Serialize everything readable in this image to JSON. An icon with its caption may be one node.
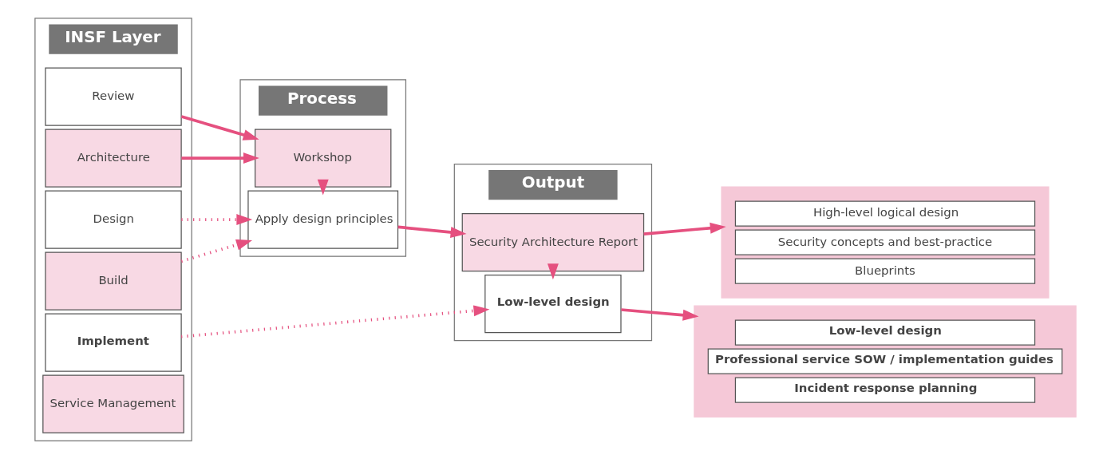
{
  "diagram": {
    "nodes": [
      {
        "text": [
          "INSF Layer"
        ]
      },
      {
        "text": [
          "Review"
        ],
        "in": 0
      },
      {
        "text": [
          "Architecture"
        ],
        "in": 0
      },
      {
        "text": [
          "Design"
        ],
        "in": 0
      },
      {
        "text": [
          "Build"
        ],
        "in": 0
      },
      {
        "text": [
          "Implement"
        ],
        "in": 0
      },
      {
        "text": [
          "Service Management"
        ],
        "in": 0
      },
      {
        "text": [
          "Process"
        ]
      },
      {
        "text": [
          "Workshop"
        ],
        "in": 7
      },
      {
        "text": [
          "Apply design principles"
        ],
        "in": 7
      },
      {
        "text": [
          "Output"
        ]
      },
      {
        "text": [
          "Security Architecture Report"
        ],
        "in": 10
      },
      {
        "text": [
          "Low-level design"
        ],
        "in": 10
      },
      {
        "text": [],
        "shape": "box"
      },
      {
        "text": [
          "High-level logical design"
        ],
        "in": 13
      },
      {
        "text": [
          "Security concepts and best-practice"
        ],
        "in": 13
      },
      {
        "text": [
          "Blueprints"
        ],
        "in": 13
      },
      {
        "text": [],
        "shape": "box"
      },
      {
        "text": [
          "Low-level design"
        ],
        "in": 17
      },
      {
        "text": [
          "Professional service SOW / implementation guides"
        ],
        "in": 17
      },
      {
        "text": [
          "Incident response planning"
        ],
        "in": 17
      }
    ],
    "edges": [
      {
        "from": 1,
        "to": 8,
        "arrow": "to"
      },
      {
        "from": 2,
        "to": 8,
        "arrow": "to"
      },
      {
        "from": 8,
        "to": 9,
        "arrow": "to"
      },
      {
        "from": 3,
        "to": 9,
        "arrow": "to",
        "style": "dashed"
      },
      {
        "from": 4,
        "to": 9,
        "arrow": "to",
        "style": "dashed"
      },
      {
        "from": 9,
        "to": 11,
        "arrow": "to"
      },
      {
        "from": 11,
        "to": 13,
        "arrow": "to"
      },
      {
        "from": 11,
        "to": 12,
        "arrow": "to"
      },
      {
        "from": 5,
        "to": 12,
        "arrow": "to",
        "style": "dashed"
      },
      {
        "from": 12,
        "to": 17,
        "arrow": "to"
      }
    ]
  }
}
